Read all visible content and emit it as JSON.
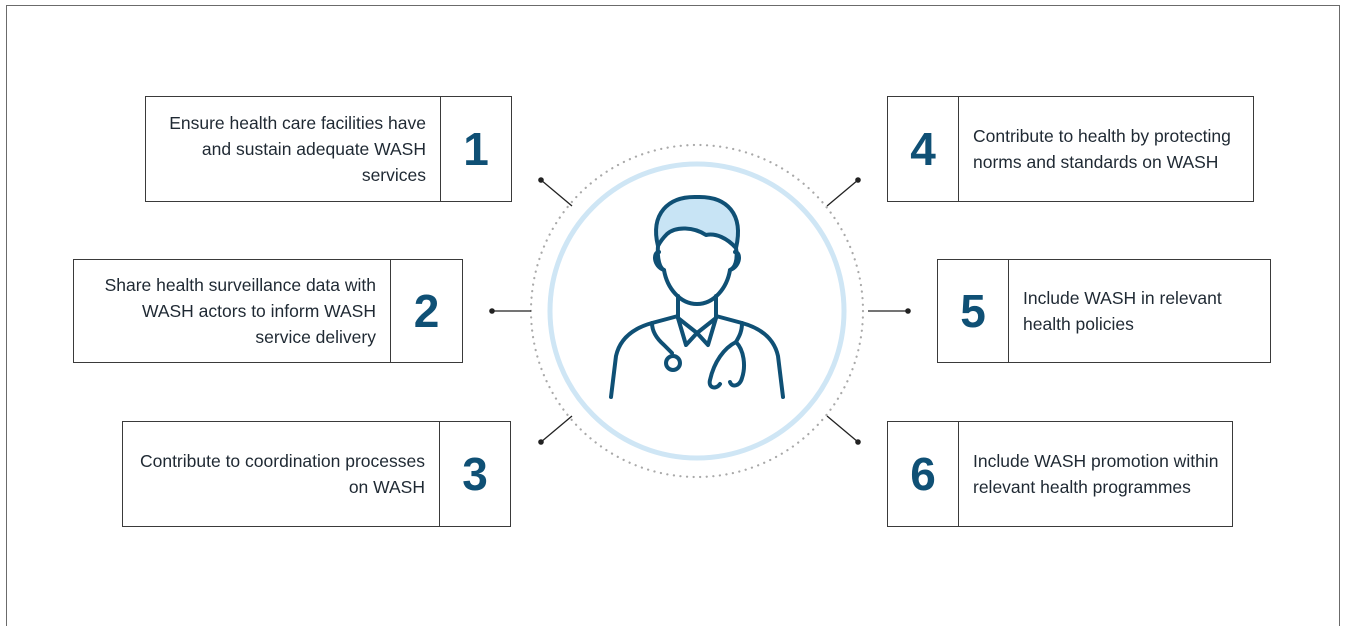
{
  "items": [
    {
      "number": "1",
      "text": "Ensure health care facilities have and sustain adequate WASH services"
    },
    {
      "number": "2",
      "text": "Share health surveillance data with WASH actors to inform WASH service delivery"
    },
    {
      "number": "3",
      "text": "Contribute to coordination processes on WASH"
    },
    {
      "number": "4",
      "text": "Contribute to health by protecting norms and standards on WASH"
    },
    {
      "number": "5",
      "text": "Include WASH in relevant health policies"
    },
    {
      "number": "6",
      "text": "Include WASH promotion within relevant health programmes"
    }
  ],
  "colors": {
    "number": "#0f5075",
    "icon_stroke": "#0f5075",
    "icon_fill": "#c8e4f5",
    "ring": "#cfe6f5",
    "dotted_ring": "#a9a9a9",
    "connector": "#222222"
  },
  "center_icon": "doctor-with-stethoscope-icon"
}
